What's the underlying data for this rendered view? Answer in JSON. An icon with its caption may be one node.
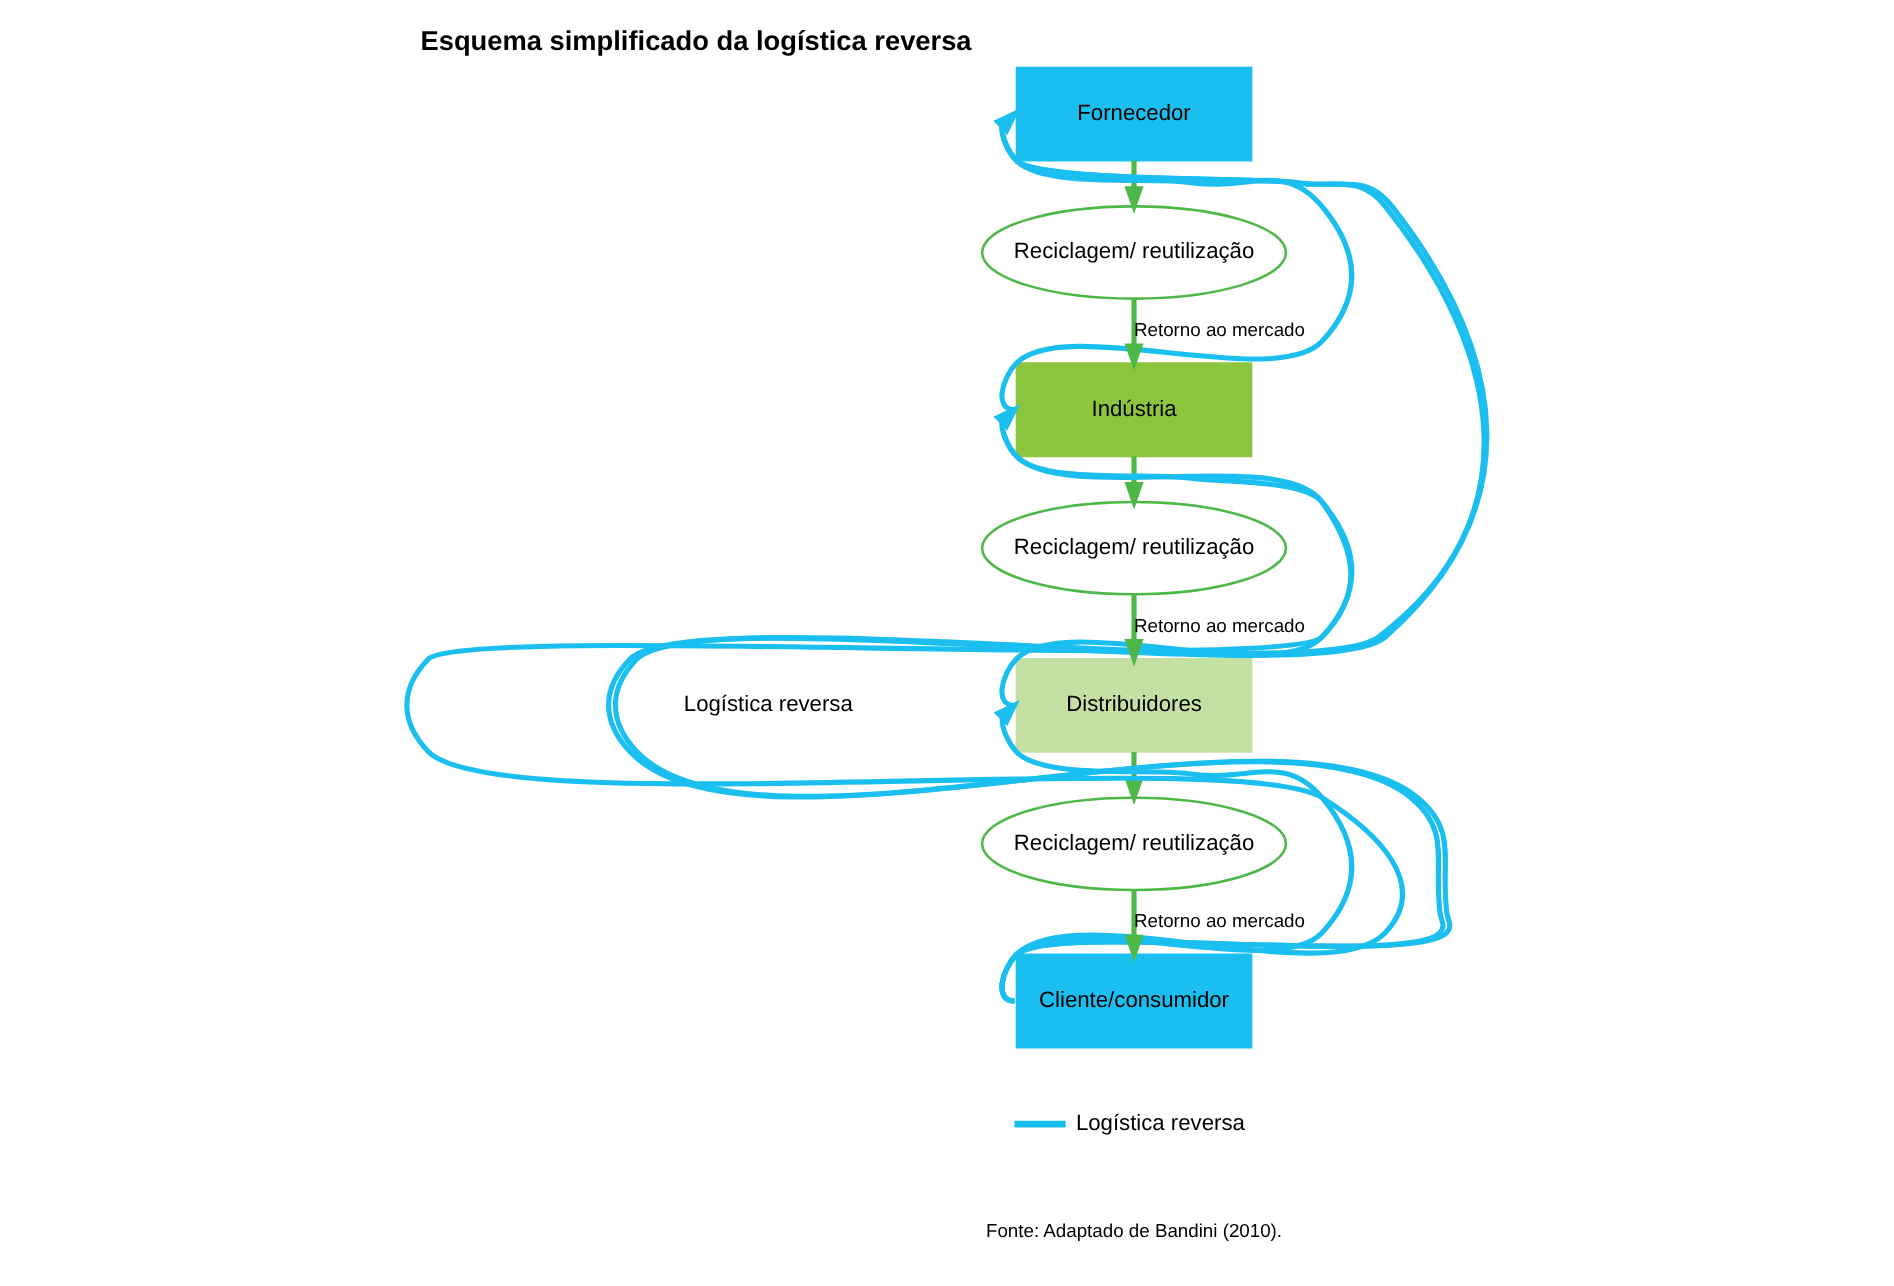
{
  "diagram": {
    "title": "Esquema simplificado da logística reversa",
    "caption": "Fonte: Adaptado de Bandini (2010).",
    "nodes": [
      {
        "text": [
          "Fornecedor"
        ]
      },
      {
        "text": [
          "Indústria"
        ]
      },
      {
        "text": [
          "Distribuidores"
        ]
      },
      {
        "text": [
          "Cliente/consumidor"
        ]
      },
      {
        "text": [
          "Reciclagem/ reutilização"
        ]
      },
      {
        "text": [
          "Reciclagem/ reutilização"
        ]
      },
      {
        "text": [
          "Reciclagem/ reutilização"
        ]
      }
    ],
    "edges": [
      {
        "from": 0,
        "to": 4,
        "arrow": "to",
        "color": "#4db848"
      },
      {
        "from": 4,
        "to": 1,
        "arrow": "to",
        "label": "Retorno ao mercado",
        "color": "#4db848"
      },
      {
        "from": 1,
        "to": 5,
        "arrow": "to",
        "color": "#4db848"
      },
      {
        "from": 5,
        "to": 2,
        "arrow": "to",
        "label": "Retorno ao mercado",
        "color": "#4db848"
      },
      {
        "from": 2,
        "to": 6,
        "arrow": "to",
        "color": "#4db848"
      },
      {
        "from": 6,
        "to": 3,
        "arrow": "to",
        "label": "Retorno ao mercado",
        "color": "#4db848"
      },
      {
        "from": 3,
        "to": 0,
        "arrow": "to",
        "color": "#1bbfef"
      },
      {
        "from": 3,
        "to": 0,
        "arrow": "to",
        "color": "#1bbfef"
      },
      {
        "from": 1,
        "to": 0,
        "arrow": "to",
        "color": "#1bbfef"
      },
      {
        "from": 3,
        "to": 1,
        "arrow": "to",
        "color": "#1bbfef"
      },
      {
        "from": 2,
        "to": 1,
        "arrow": "to",
        "color": "#1bbfef"
      },
      {
        "from": 3,
        "to": 2,
        "arrow": "to",
        "color": "#1bbfef"
      }
    ],
    "labels": [
      "Logística reversa"
    ],
    "legend": [
      {
        "text": "Logística reversa"
      }
    ]
  }
}
